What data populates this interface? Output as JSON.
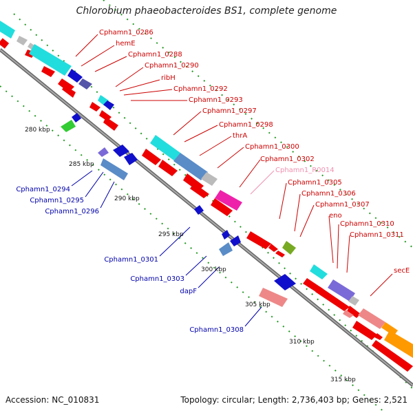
{
  "title": "Chlorobium phaeobacteroides BS1, complete genome",
  "footer": {
    "accession": "Accession: NC_010831",
    "topology": "Topology: circular; Length: 2,736,403 bp; Genes: 2,521"
  },
  "ticks": [
    "280 kbp",
    "285 kbp",
    "290 kbp",
    "295 kbp",
    "300 kbp",
    "305 kbp",
    "310 kbp",
    "315 kbp"
  ],
  "forward_gene_labels": [
    {
      "text": "Cphamn1_0286",
      "color": "#cc0000"
    },
    {
      "text": "hemE",
      "color": "#cc0000"
    },
    {
      "text": "Cphamn1_0288",
      "color": "#cc0000"
    },
    {
      "text": "Cphamn1_0290",
      "color": "#cc0000"
    },
    {
      "text": "ribH",
      "color": "#cc0000"
    },
    {
      "text": "Cphamn1_0292",
      "color": "#cc0000"
    },
    {
      "text": "Cphamn1_0293",
      "color": "#cc0000"
    },
    {
      "text": "Cphamn1_0297",
      "color": "#cc0000"
    },
    {
      "text": "Cphamn1_0298",
      "color": "#cc0000"
    },
    {
      "text": "thrA",
      "color": "#cc0000"
    },
    {
      "text": "Cphamn1_0300",
      "color": "#cc0000"
    },
    {
      "text": "Cphamn1_0302",
      "color": "#cc0000"
    },
    {
      "text": "Cphamn1_R0014",
      "color": "#f090b0"
    },
    {
      "text": "Cphamn1_0305",
      "color": "#cc0000"
    },
    {
      "text": "Cphamn1_0306",
      "color": "#cc0000"
    },
    {
      "text": "Cphamn1_0307",
      "color": "#cc0000"
    },
    {
      "text": "eno",
      "color": "#cc0000"
    },
    {
      "text": "Cphamn1_0310",
      "color": "#cc0000"
    },
    {
      "text": "Cphamn1_0311",
      "color": "#cc0000"
    },
    {
      "text": "secE",
      "color": "#cc0000"
    }
  ],
  "reverse_gene_labels": [
    {
      "text": "Cphamn1_0294",
      "color": "#0000aa"
    },
    {
      "text": "Cphamn1_0295",
      "color": "#0000aa"
    },
    {
      "text": "Cphamn1_0296",
      "color": "#0000aa"
    },
    {
      "text": "Cphamn1_0301",
      "color": "#0000aa"
    },
    {
      "text": "Cphamn1_0303",
      "color": "#0000aa"
    },
    {
      "text": "dapF",
      "color": "#0000aa"
    },
    {
      "text": "Cphamn1_0308",
      "color": "#0000aa"
    }
  ],
  "colors": {
    "backbone": "#888888",
    "cds": "#ee0000",
    "cog_cyan": "#22dddd",
    "cog_gray": "#bbbbbb",
    "cog_blue": "#1010cc",
    "cog_steel": "#5a8cc8",
    "cog_violet": "#7a6ad8",
    "cog_magenta": "#ee22aa",
    "cog_olive": "#77aa22",
    "cog_salmon": "#ee8888",
    "cog_orange": "#ff9900",
    "cog_green": "#33cc33",
    "tick_dots": "#229922"
  }
}
